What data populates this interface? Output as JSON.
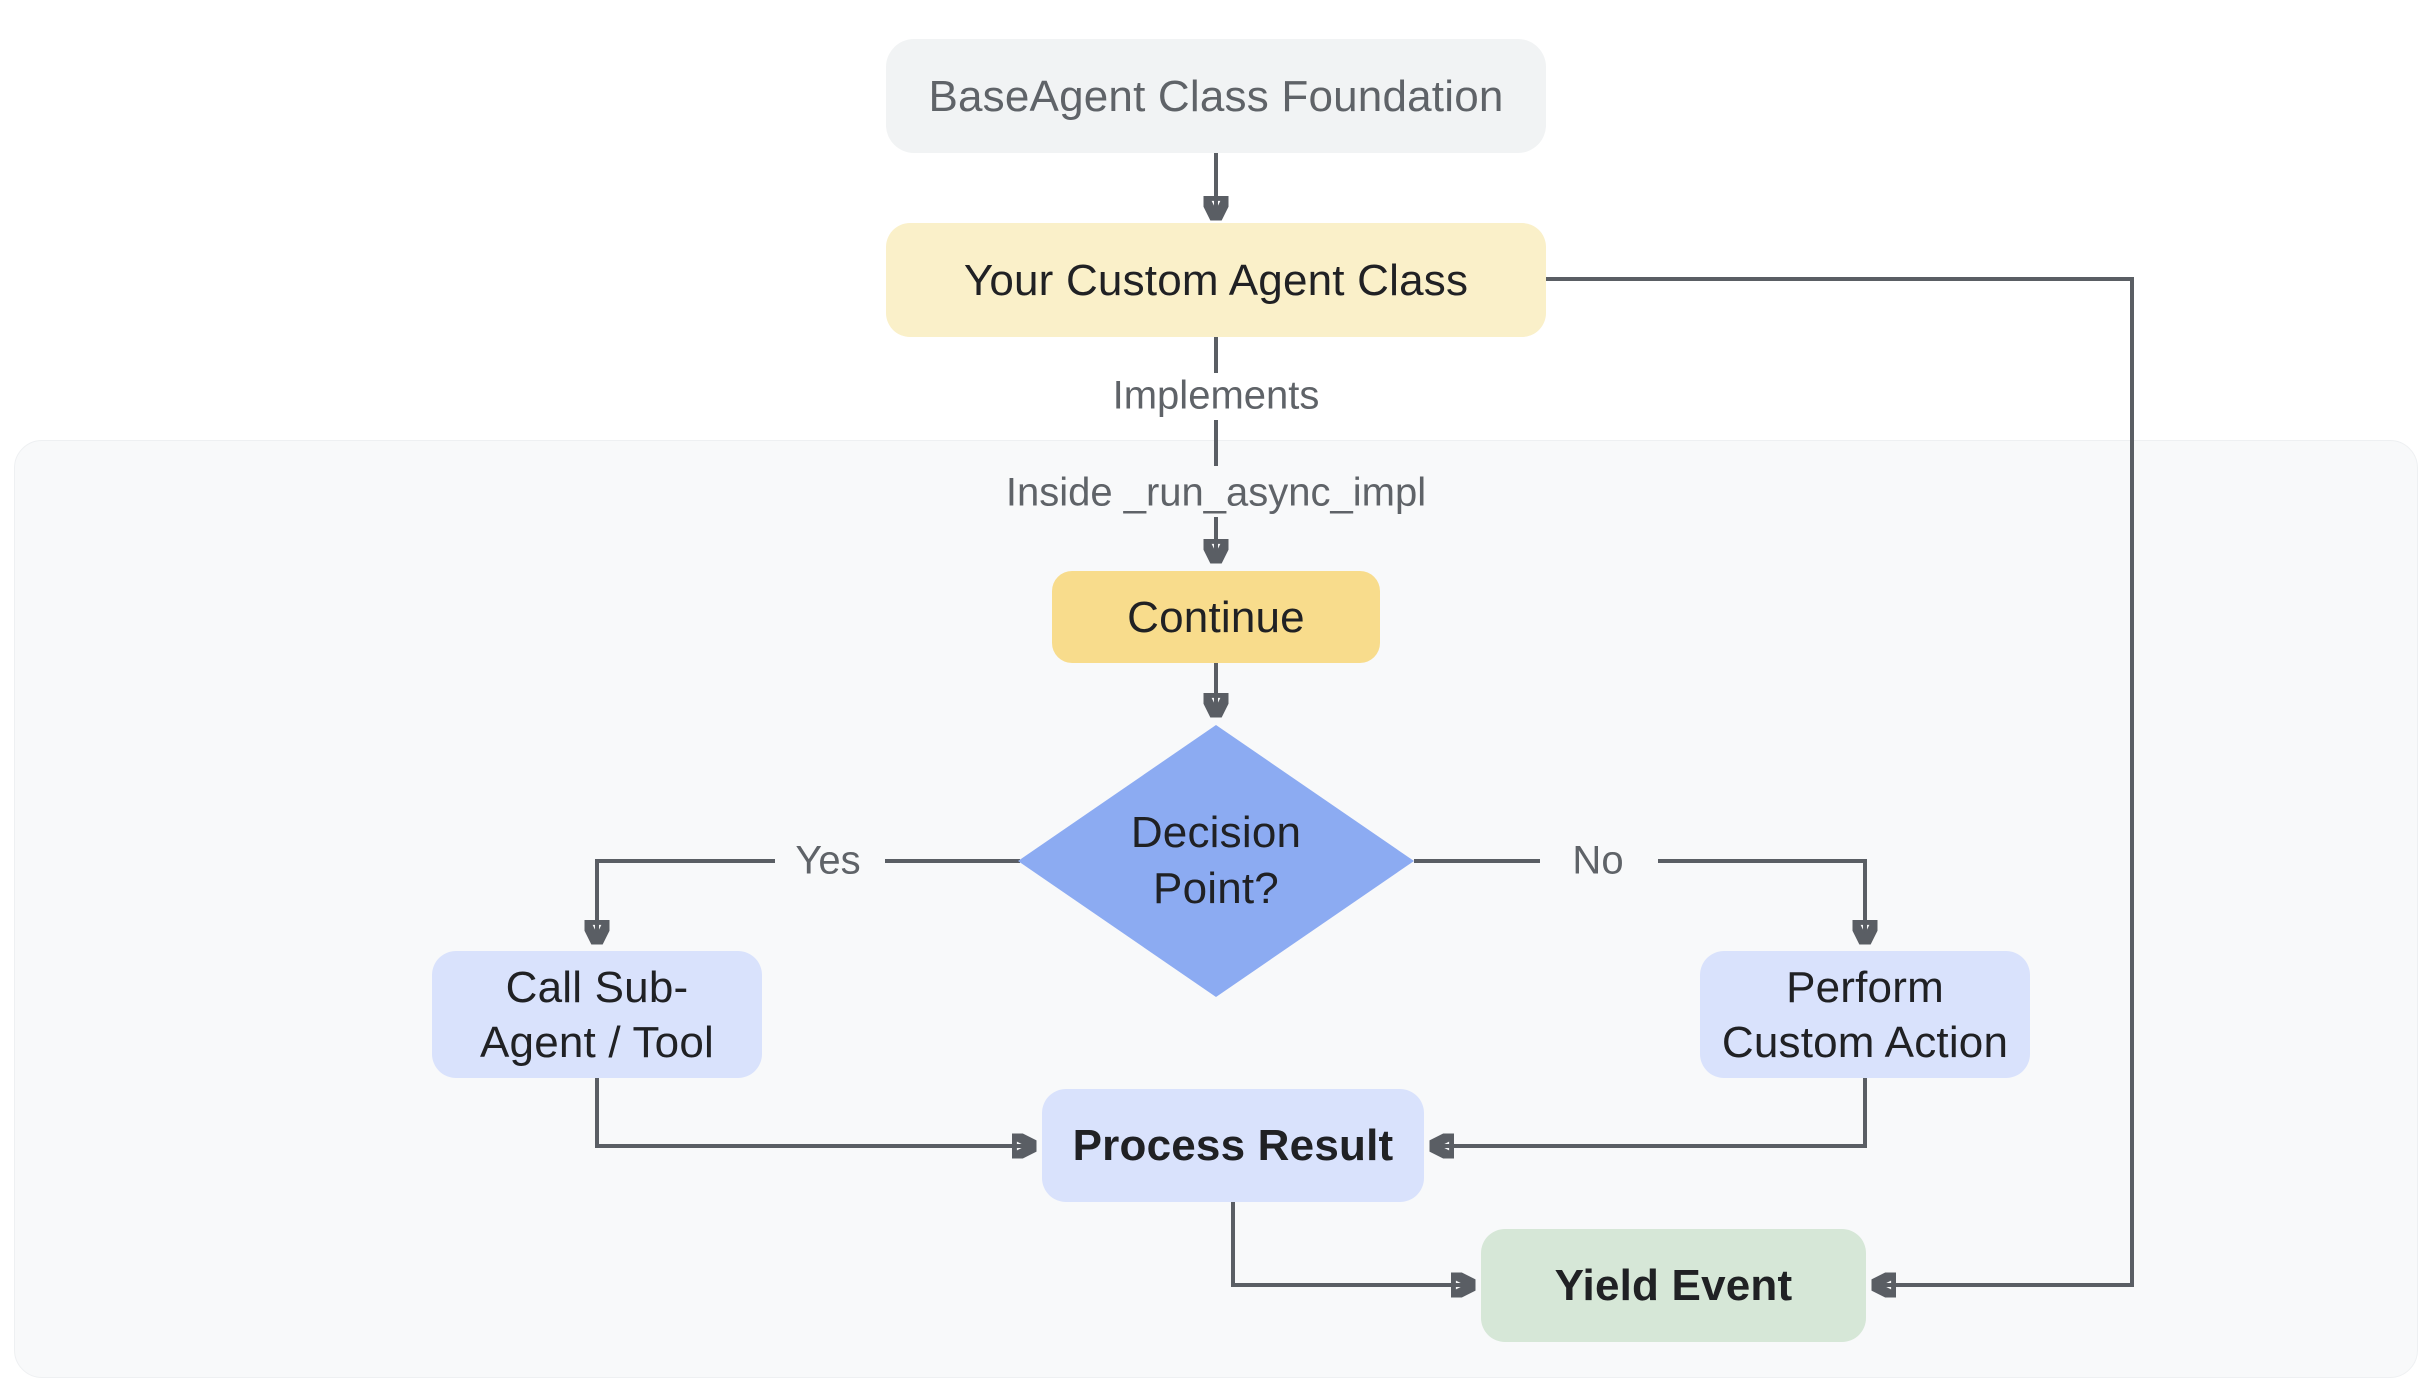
{
  "nodes": {
    "base_agent": {
      "label": "BaseAgent Class Foundation"
    },
    "custom_agent": {
      "label": "Your Custom Agent Class"
    },
    "continue_step": {
      "label": "Continue"
    },
    "decision": {
      "line1": "Decision",
      "line2": "Point?"
    },
    "call_sub_agent": {
      "line1": "Call Sub-",
      "line2": "Agent / Tool"
    },
    "perform_custom_action": {
      "line1": "Perform",
      "line2": "Custom Action"
    },
    "process_result": {
      "label": "Process Result"
    },
    "yield_event": {
      "label": "Yield Event"
    }
  },
  "edge_labels": {
    "implements": "Implements",
    "inside_impl": "Inside _run_async_impl",
    "yes": "Yes",
    "no": "No"
  },
  "colors": {
    "node_gray": "#f1f3f4",
    "node_pale_yellow": "#faf0c9",
    "node_gold": "#f8dc8c",
    "node_blue_diamond": "#8cabf2",
    "node_light_blue": "#d9e2fc",
    "node_green": "#d6e7d7",
    "container_gray": "#f8f9fa",
    "line_gray": "#5a5e64",
    "muted_text": "#5f6368",
    "dark_text": "#202124"
  }
}
